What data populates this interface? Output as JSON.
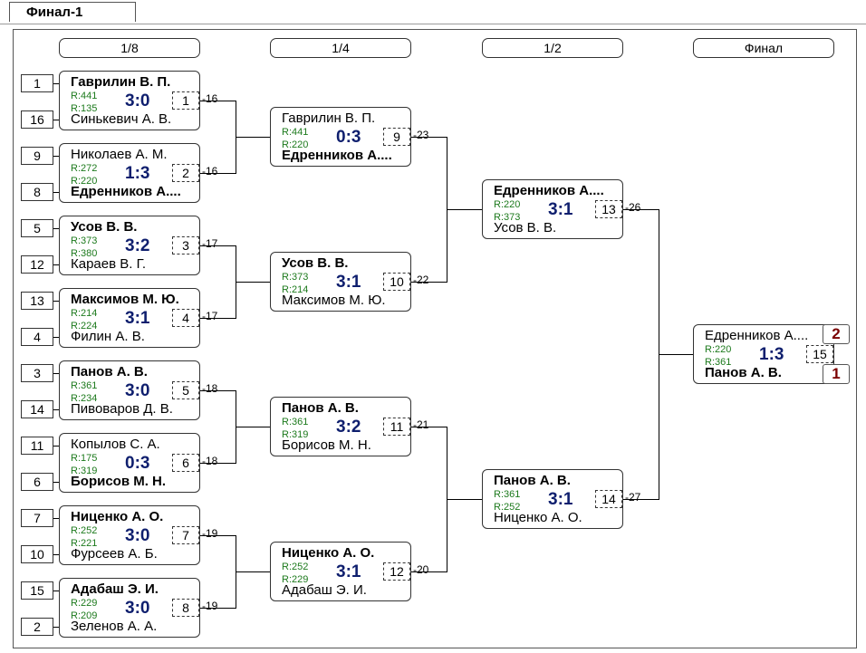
{
  "title": "Финал-1",
  "rounds": [
    "1/8",
    "1/4",
    "1/2",
    "Финал"
  ],
  "r16": [
    {
      "seed_top": "1",
      "seed_bot": "16",
      "p1": "Гаврилин В. П.",
      "r1": "R:441",
      "p2": "Синькевич А. В.",
      "r2": "R:135",
      "score": "3:0",
      "num": "1",
      "winner": 1,
      "next": "-16"
    },
    {
      "seed_top": "9",
      "seed_bot": "8",
      "p1": "Николаев А. М.",
      "r1": "R:272",
      "p2": "Едренников А....",
      "r2": "R:220",
      "score": "1:3",
      "num": "2",
      "winner": 2,
      "next": "-16"
    },
    {
      "seed_top": "5",
      "seed_bot": "12",
      "p1": "Усов В. В.",
      "r1": "R:373",
      "p2": "Караев В. Г.",
      "r2": "R:380",
      "score": "3:2",
      "num": "3",
      "winner": 1,
      "next": "-17"
    },
    {
      "seed_top": "13",
      "seed_bot": "4",
      "p1": "Максимов М. Ю.",
      "r1": "R:214",
      "p2": "Филин А. В.",
      "r2": "R:224",
      "score": "3:1",
      "num": "4",
      "winner": 1,
      "next": "-17"
    },
    {
      "seed_top": "3",
      "seed_bot": "14",
      "p1": "Панов А. В.",
      "r1": "R:361",
      "p2": "Пивоваров Д. В.",
      "r2": "R:234",
      "score": "3:0",
      "num": "5",
      "winner": 1,
      "next": "-18"
    },
    {
      "seed_top": "11",
      "seed_bot": "6",
      "p1": "Копылов С. А.",
      "r1": "R:175",
      "p2": "Борисов М. Н.",
      "r2": "R:319",
      "score": "0:3",
      "num": "6",
      "winner": 2,
      "next": "-18"
    },
    {
      "seed_top": "7",
      "seed_bot": "10",
      "p1": "Ниценко А. О.",
      "r1": "R:252",
      "p2": "Фурсеев А. Б.",
      "r2": "R:221",
      "score": "3:0",
      "num": "7",
      "winner": 1,
      "next": "-19"
    },
    {
      "seed_top": "15",
      "seed_bot": "2",
      "p1": "Адабаш Э. И.",
      "r1": "R:229",
      "p2": "Зеленов А. А.",
      "r2": "R:209",
      "score": "3:0",
      "num": "8",
      "winner": 1,
      "next": "-19"
    }
  ],
  "qf": [
    {
      "p1": "Гаврилин В. П.",
      "r1": "R:441",
      "p2": "Едренников А....",
      "r2": "R:220",
      "score": "0:3",
      "num": "9",
      "winner": 2,
      "next": "-23"
    },
    {
      "p1": "Усов В. В.",
      "r1": "R:373",
      "p2": "Максимов М. Ю.",
      "r2": "R:214",
      "score": "3:1",
      "num": "10",
      "winner": 1,
      "next": "-22"
    },
    {
      "p1": "Панов А. В.",
      "r1": "R:361",
      "p2": "Борисов М. Н.",
      "r2": "R:319",
      "score": "3:2",
      "num": "11",
      "winner": 1,
      "next": "-21"
    },
    {
      "p1": "Ниценко А. О.",
      "r1": "R:252",
      "p2": "Адабаш Э. И.",
      "r2": "R:229",
      "score": "3:1",
      "num": "12",
      "winner": 1,
      "next": "-20"
    }
  ],
  "sf": [
    {
      "p1": "Едренников А....",
      "r1": "R:220",
      "p2": "Усов В. В.",
      "r2": "R:373",
      "score": "3:1",
      "num": "13",
      "winner": 1,
      "next": "-26"
    },
    {
      "p1": "Панов А. В.",
      "r1": "R:361",
      "p2": "Ниценко А. О.",
      "r2": "R:252",
      "score": "3:1",
      "num": "14",
      "winner": 1,
      "next": "-27"
    }
  ],
  "final": {
    "p1": "Едренников А....",
    "r1": "R:220",
    "p2": "Панов А. В.",
    "r2": "R:361",
    "score": "1:3",
    "num": "15",
    "winner": 2,
    "place1": "2",
    "place2": "1"
  }
}
